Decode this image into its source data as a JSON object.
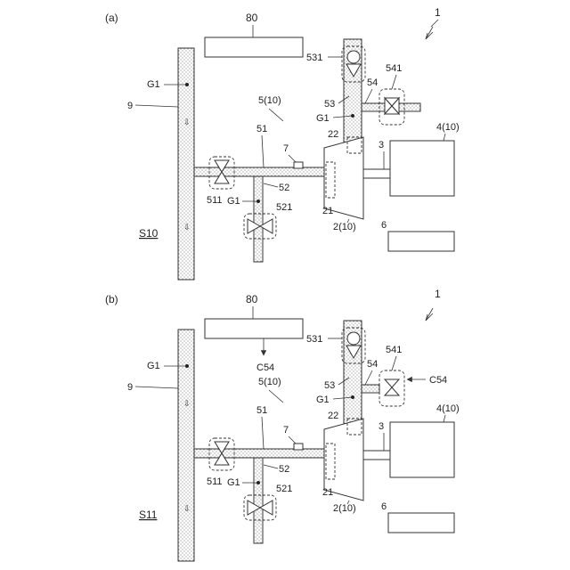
{
  "panels": [
    {
      "panel_label": "(a)",
      "system_label": "1",
      "controller_label": "80",
      "signal_label": "",
      "pipe9_label": "9",
      "gas_label": "G1",
      "flow_system_label": "5(10)",
      "pipe51_label": "51",
      "sensor_label": "7",
      "pipe52_label": "52",
      "pipe53_label": "53",
      "pipe54_label": "54",
      "valve511_label": "511",
      "valve521_label": "521",
      "valve531_label": "531",
      "valve541_label": "541",
      "shaft_label": "3",
      "generator_label": "4(10)",
      "inlet_label": "21",
      "outlet_label": "22",
      "turbine_label": "2(10)",
      "box6_label": "6",
      "state_label": "S10",
      "command_label": ""
    },
    {
      "panel_label": "(b)",
      "system_label": "1",
      "controller_label": "80",
      "signal_label": "C54",
      "pipe9_label": "9",
      "gas_label": "G1",
      "flow_system_label": "5(10)",
      "pipe51_label": "51",
      "sensor_label": "7",
      "pipe52_label": "52",
      "pipe53_label": "53",
      "pipe54_label": "54",
      "valve511_label": "511",
      "valve521_label": "521",
      "valve531_label": "531",
      "valve541_label": "541",
      "shaft_label": "3",
      "generator_label": "4(10)",
      "inlet_label": "21",
      "outlet_label": "22",
      "turbine_label": "2(10)",
      "box6_label": "6",
      "state_label": "S11",
      "command_label": "C54"
    }
  ]
}
